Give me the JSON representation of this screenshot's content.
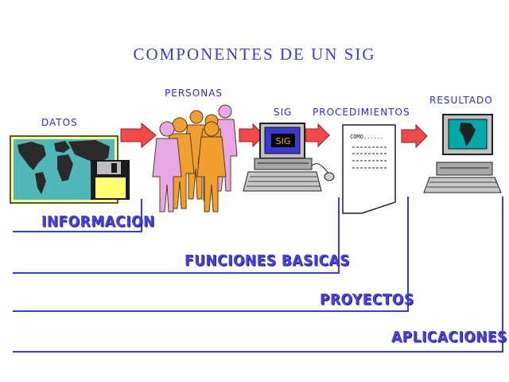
{
  "title": "COMPONENTES DE UN SIG",
  "labels": {
    "datos": "DATOS",
    "personas": "PERSONAS",
    "sig": "SIG",
    "procedimientos": "PROCEDIMIENTOS",
    "resultado": "RESULTADO"
  },
  "monitor_text": "SIG",
  "document_text": "COMO......",
  "brackets": {
    "informacion": "INFORMACION",
    "funciones_basicas": "FUNCIONES BASICAS",
    "proyectos": "PROYECTOS",
    "aplicaciones": "APLICACIONES"
  },
  "colors": {
    "title": "#3b3bd6",
    "arrow": "#f24a4a",
    "lines": "#3a3ae0",
    "person_orange": "#f0a030",
    "person_pink": "#e8a8e8"
  }
}
